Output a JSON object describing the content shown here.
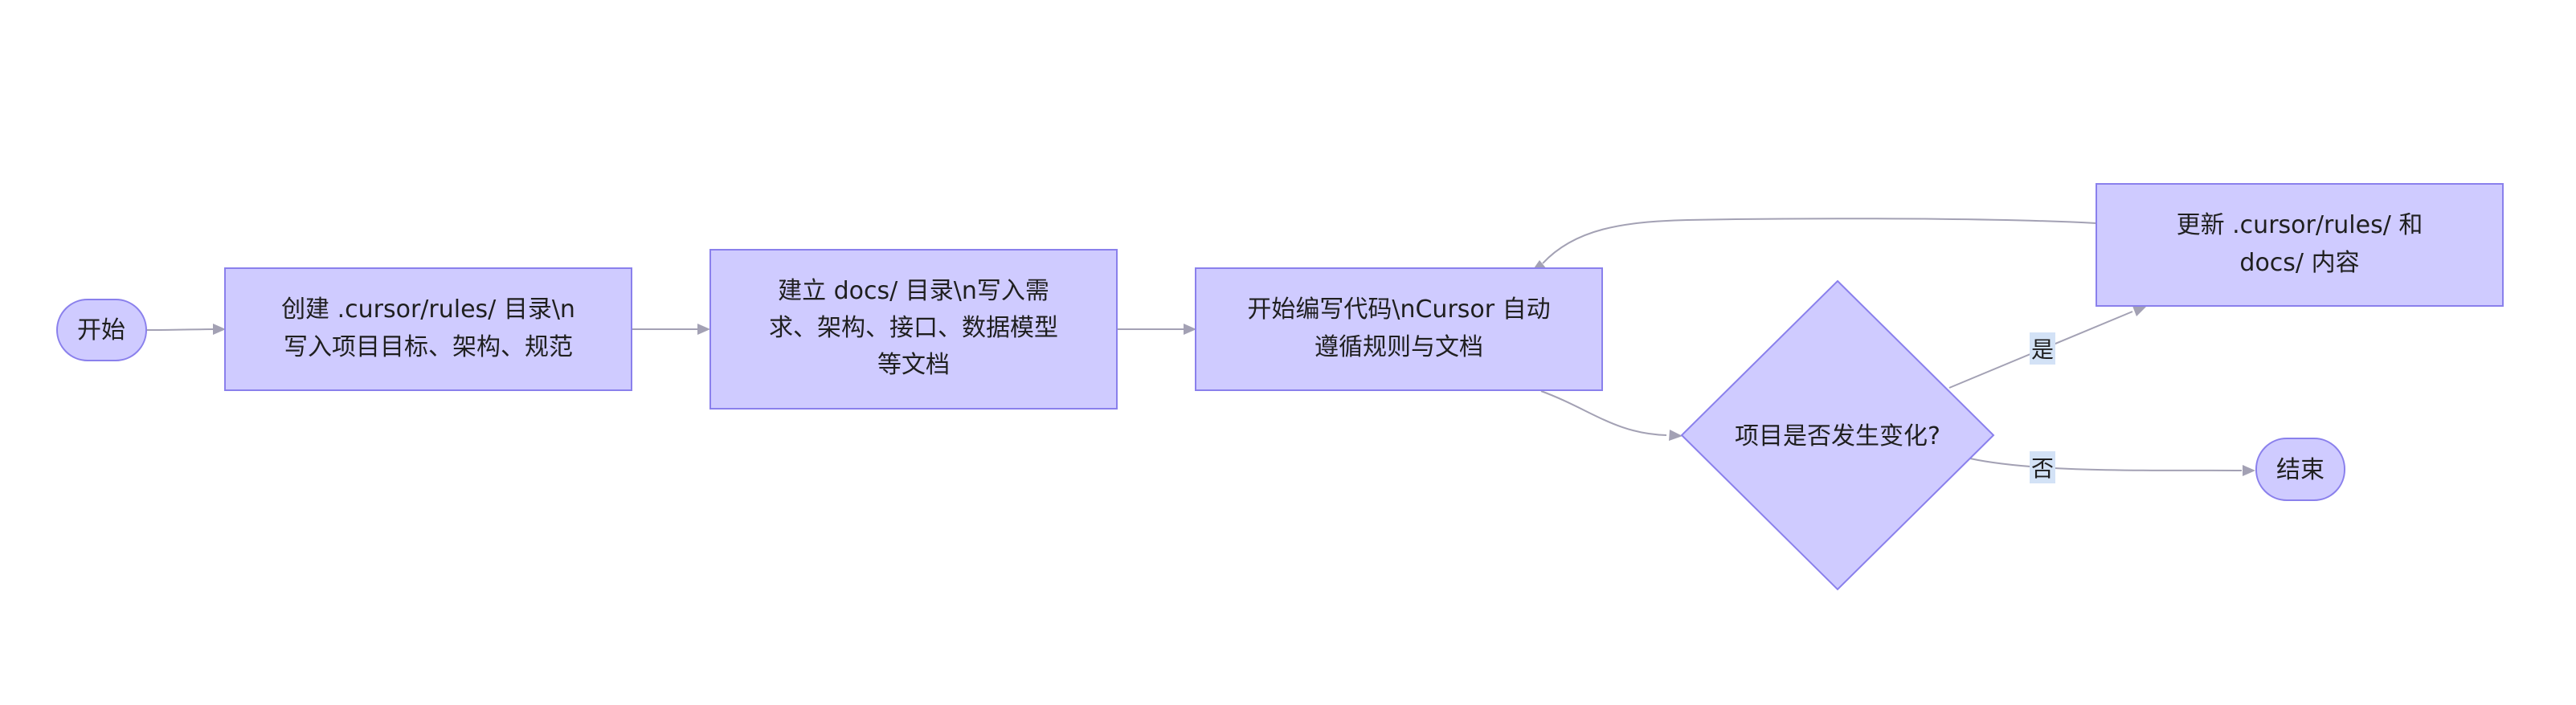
{
  "nodes": {
    "start": {
      "label": "开始"
    },
    "create_rules": {
      "lines": [
        "创建 .cursor/rules/ 目录\\n",
        "写入项目目标、架构、规范"
      ]
    },
    "create_docs": {
      "lines": [
        "建立 docs/ 目录\\n写入需",
        "求、架构、接口、数据模型",
        "等文档"
      ]
    },
    "coding": {
      "lines": [
        "开始编写代码\\nCursor 自动",
        "遵循规则与文档"
      ]
    },
    "decision": {
      "label": "项目是否发生变化?"
    },
    "update": {
      "lines": [
        "更新 .cursor/rules/ 和",
        "docs/ 内容"
      ]
    },
    "end": {
      "label": "结束"
    }
  },
  "edges": {
    "yes_label": "是",
    "no_label": "否"
  }
}
